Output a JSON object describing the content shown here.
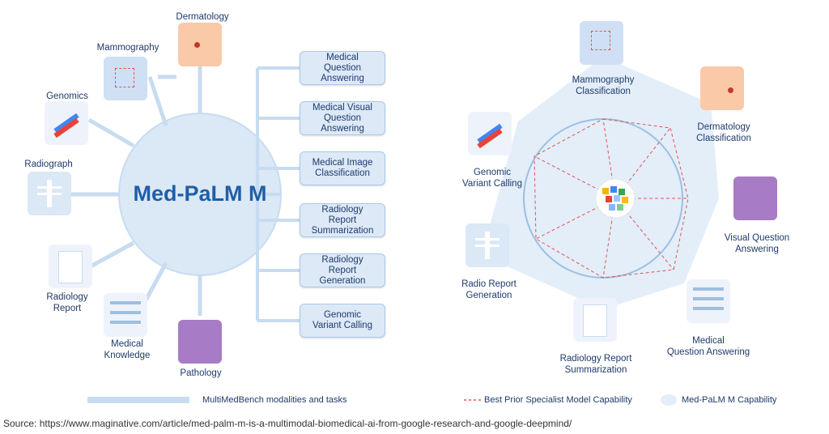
{
  "left": {
    "center_title": "Med-PaLM M",
    "modalities": {
      "dermatology": "Dermatology",
      "mammography": "Mammography",
      "genomics": "Genomics",
      "radiograph": "Radiograph",
      "radiology_report": "Radiology\nReport",
      "medical_knowledge": "Medical\nKnowledge",
      "pathology": "Pathology"
    },
    "tasks": [
      "Medical\nQuestion\nAnswering",
      "Medical Visual\nQuestion\nAnswering",
      "Medical Image\nClassification",
      "Radiology\nReport\nSummarization",
      "Radiology\nReport\nGeneration",
      "Genomic\nVariant Calling"
    ]
  },
  "right": {
    "capabilities": {
      "mammography": "Mammography\nClassification",
      "dermatology": "Dermatology\nClassification",
      "vqa": "Visual Question\nAnswering",
      "mqa": "Medical\nQuestion Answering",
      "summarization": "Radiology Report\nSummarization",
      "generation": "Radio Report\nGeneration",
      "genomic": "Genomic\nVariant Calling"
    }
  },
  "legend": {
    "multimedbench": "MultiMedBench modalities and tasks",
    "specialist": "Best Prior Specialist Model Capability",
    "medpalm": "Med-PaLM M Capability"
  },
  "source": "Source: https://www.maginative.com/article/med-palm-m-is-a-multimodal-biomedical-ai-from-google-research-and-google-deepmind/",
  "colors": {
    "accent": "#1f5fa8",
    "line": "#c7dcf0",
    "circle": "#dbe8f6",
    "dash": "#e05555"
  }
}
